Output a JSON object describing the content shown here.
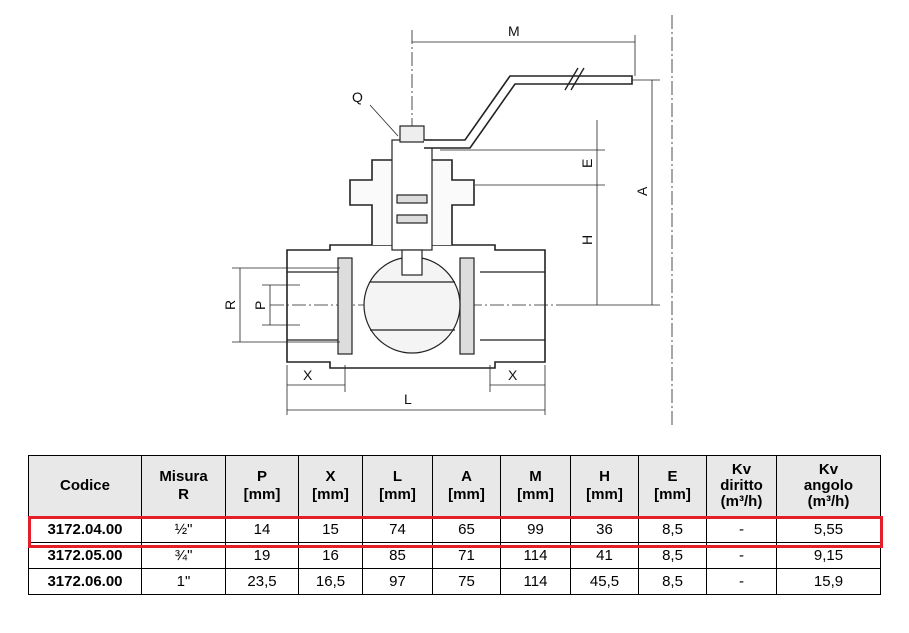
{
  "drawing": {
    "labels": {
      "M": "M",
      "Q": "Q",
      "E": "E",
      "H": "H",
      "A": "A",
      "R": "R",
      "P": "P",
      "X_left": "X",
      "X_right": "X",
      "L": "L"
    }
  },
  "table": {
    "headers": [
      {
        "line1": "Codice",
        "line2": ""
      },
      {
        "line1": "Misura",
        "line2": "R"
      },
      {
        "line1": "P",
        "line2": "[mm]"
      },
      {
        "line1": "X",
        "line2": "[mm]"
      },
      {
        "line1": "L",
        "line2": "[mm]"
      },
      {
        "line1": "A",
        "line2": "[mm]"
      },
      {
        "line1": "M",
        "line2": "[mm]"
      },
      {
        "line1": "H",
        "line2": "[mm]"
      },
      {
        "line1": "E",
        "line2": "[mm]"
      },
      {
        "line1": "Kv",
        "line2": "diritto",
        "line3": "(m³/h)"
      },
      {
        "line1": "Kv",
        "line2": "angolo",
        "line3": "(m³/h)"
      }
    ],
    "rows": [
      [
        "3172.04.00",
        "½\"",
        "14",
        "15",
        "74",
        "65",
        "99",
        "36",
        "8,5",
        "-",
        "5,55"
      ],
      [
        "3172.05.00",
        "¾\"",
        "19",
        "16",
        "85",
        "71",
        "114",
        "41",
        "8,5",
        "-",
        "9,15"
      ],
      [
        "3172.06.00",
        "1\"",
        "23,5",
        "16,5",
        "97",
        "75",
        "114",
        "45,5",
        "8,5",
        "-",
        "15,9"
      ]
    ],
    "highlighted_row": 0,
    "highlight_color": "#e3202a"
  }
}
